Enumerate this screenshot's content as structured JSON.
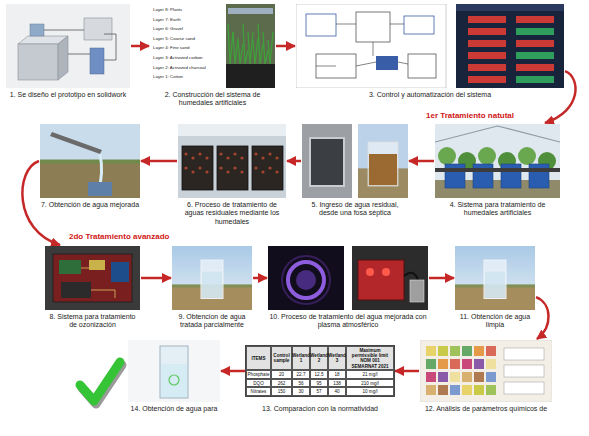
{
  "diagram": {
    "nodes": [
      {
        "text": [
          "1. Se diseño el prototipo en solidwork"
        ]
      },
      {
        "text": [
          "2. Construcción del sistema de humedales artificiales"
        ]
      },
      {
        "text": [
          "3. Control y automatización del sistema"
        ]
      },
      {
        "text": [
          "4. Sistema para tratamiento de humedales artificiales"
        ]
      },
      {
        "text": [
          "5. Ingreso de agua residual, desde una fosa séptica"
        ]
      },
      {
        "text": [
          "6. Proceso de tratamiento de aguas residuales mediante los humedales"
        ]
      },
      {
        "text": [
          "7. Obtención de agua mejorada"
        ]
      },
      {
        "text": [
          "8. Sistema para tratamiento de ozonización"
        ]
      },
      {
        "text": [
          "9. Obtencion de agua tratada parcialmente"
        ]
      },
      {
        "text": [
          "10. Proceso de tratamiento del agua mejorada con plasma atmosférico"
        ]
      },
      {
        "text": [
          "11. Obtención de agua limpia"
        ]
      },
      {
        "text": [
          "12. Análisis de parámetros químicos de"
        ]
      },
      {
        "text": [
          "13. Comparacion con la normatividad"
        ]
      },
      {
        "text": [
          "14. Obtención de agua para"
        ]
      }
    ],
    "edges": [
      {
        "from": 0,
        "to": 1,
        "arrow": "to"
      },
      {
        "from": 1,
        "to": 2,
        "arrow": "to"
      },
      {
        "from": 2,
        "to": 3,
        "arrow": "to"
      },
      {
        "from": 3,
        "to": 4,
        "arrow": "to"
      },
      {
        "from": 4,
        "to": 5,
        "arrow": "to"
      },
      {
        "from": 5,
        "to": 6,
        "arrow": "to"
      },
      {
        "from": 6,
        "to": 7,
        "arrow": "to"
      },
      {
        "from": 7,
        "to": 8,
        "arrow": "to"
      },
      {
        "from": 8,
        "to": 9,
        "arrow": "to"
      },
      {
        "from": 9,
        "to": 10,
        "arrow": "to"
      },
      {
        "from": 10,
        "to": 11,
        "arrow": "to"
      },
      {
        "from": 11,
        "to": 12,
        "arrow": "to"
      },
      {
        "from": 12,
        "to": 13,
        "arrow": "to"
      }
    ],
    "labels": [
      "1er Tratamiento natutal",
      "2do Tratamiento avanzado",
      "Layer 8: Plants",
      "Layer 7: Earth",
      "Layer 6: Gravel",
      "Layer 5: Coarse sand",
      "Layer 4: Fine sand",
      "Layer 3: Activated carbon",
      "Layer 2: Activated charcoal",
      "Layer 1: Cotton",
      "ITEMS",
      "Control sample",
      "Wetland 1",
      "Wetland 2",
      "Wetland 3",
      "Maximum permissible limit NOM 001 SEMARNAT 2021",
      "Phosphate",
      "20",
      "22.7",
      "12.5",
      "18",
      "21 mg/l",
      "DQO",
      "262",
      "56",
      "95",
      "138",
      "210 mg/l",
      "Nitrates",
      "150",
      "30",
      "57",
      "40",
      "10 mg/l"
    ]
  }
}
